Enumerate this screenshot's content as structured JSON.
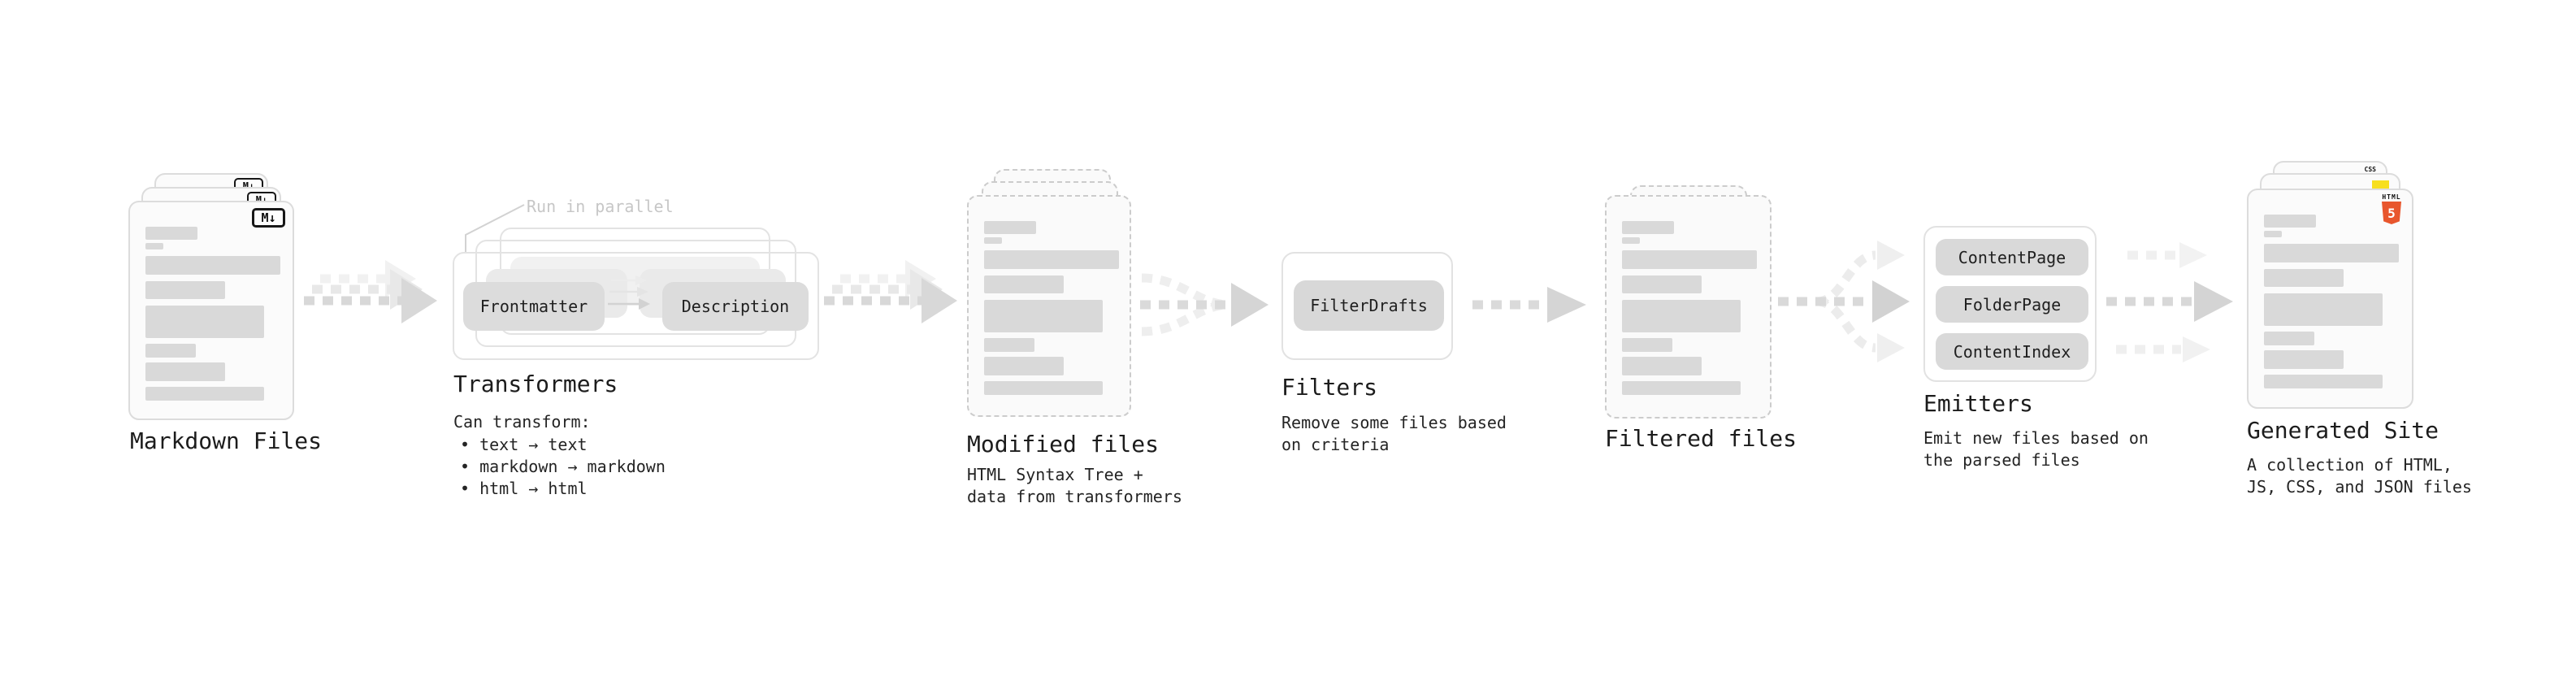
{
  "stages": {
    "markdown": {
      "label": "Markdown Files",
      "badge": "M↓"
    },
    "transformers": {
      "title": "Transformers",
      "note": "Run in parallel",
      "left_pill": "Frontmatter",
      "right_pill": "Description",
      "intro": "Can transform:",
      "bullets": [
        "• text → text",
        "• markdown → markdown",
        "• html → html"
      ]
    },
    "modified": {
      "label": "Modified files",
      "desc1": "HTML Syntax Tree +",
      "desc2": "data from transformers"
    },
    "filters": {
      "title": "Filters",
      "pill": "FilterDrafts",
      "desc1": "Remove some files based",
      "desc2": "on criteria"
    },
    "filtered": {
      "label": "Filtered files"
    },
    "emitters": {
      "title": "Emitters",
      "pills": [
        "ContentPage",
        "FolderPage",
        "ContentIndex"
      ],
      "desc1": "Emit new files based on",
      "desc2": "the parsed files"
    },
    "generated": {
      "label": "Generated Site",
      "desc1": "A collection of HTML,",
      "desc2": "JS, CSS, and JSON files",
      "css_logo": "CSS",
      "html_logo_label": "HTML",
      "html_logo_number": "5"
    }
  },
  "colors": {
    "html5_orange": "#e8562d",
    "js_yellow": "#f7df1e",
    "css_blue": "#2965f1",
    "skeleton_gray": "#d9d9d9",
    "pill_gray": "#dcdcdc",
    "note_gray": "#c7c7c7"
  }
}
